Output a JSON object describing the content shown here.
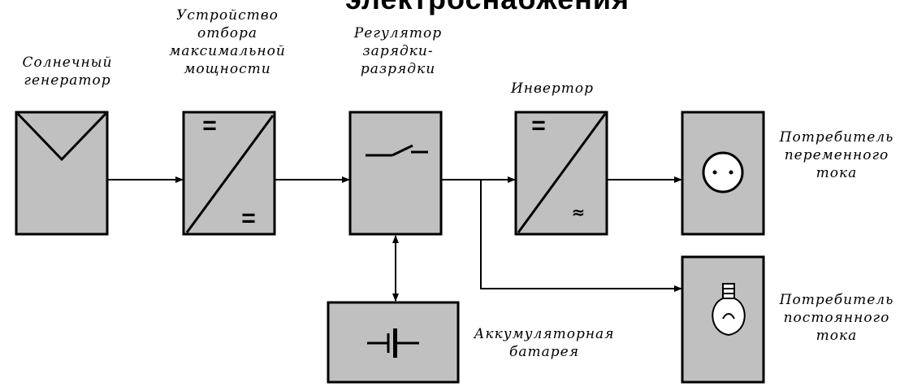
{
  "title": "электроснабжения",
  "labels": {
    "solar_generator": "Солнечный\nгенератор",
    "mppt": "Устройство\nотбора\nмаксимальной\nмощности",
    "charge_controller": "Регулятор\nзарядки-\nразрядки",
    "inverter": "Инвертор",
    "ac_consumer": "Потребитель\nпеременного\nтока",
    "dc_consumer": "Потребитель\nпостоянного\nтока",
    "battery": "Аккумуляторная\nбатарея"
  },
  "symbols": {
    "dc": "=",
    "ac": "≈"
  },
  "colors": {
    "block_fill": "#c0c0c0",
    "stroke": "#000000",
    "background": "#ffffff"
  }
}
